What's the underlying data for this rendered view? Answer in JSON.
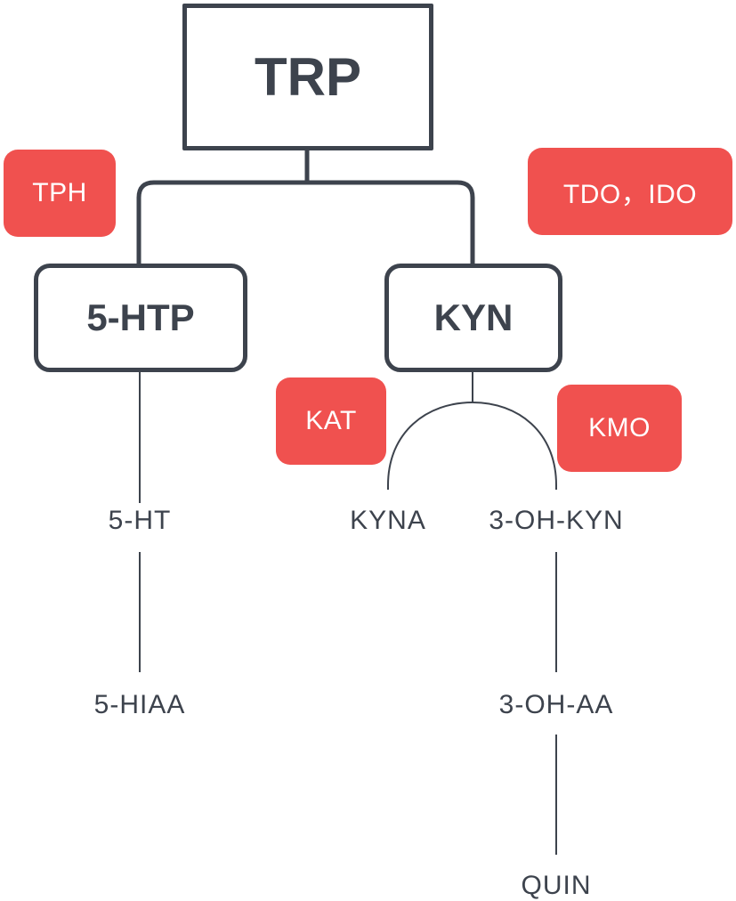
{
  "nodes": {
    "trp": "TRP",
    "htp": "5-HTP",
    "kyn": "KYN"
  },
  "enzymes": {
    "tph": "TPH",
    "tdo_ido": "TDO，IDO",
    "kat": "KAT",
    "kmo": "KMO"
  },
  "metabolites": {
    "serotonin": "5-HT",
    "hiaa": "5-HIAA",
    "kyna": "KYNA",
    "oh_kyn": "3-OH-KYN",
    "oh_aa": "3-OH-AA",
    "quin": "QUIN"
  },
  "colors": {
    "node_stroke": "#3d434d",
    "enzyme_fill": "#f0514f",
    "text": "#3d434d",
    "thin_line": "#3d434d"
  }
}
